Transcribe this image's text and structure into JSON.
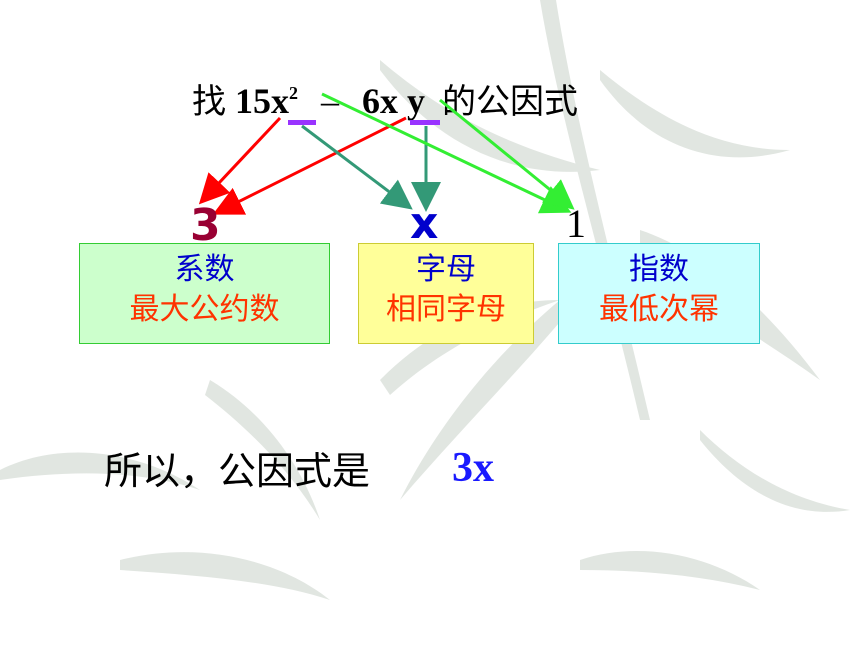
{
  "expression": {
    "prefix": "找",
    "coef1": "15",
    "var1": "x",
    "exp1": "2",
    "minus": "–",
    "coef2": "6",
    "var2": "x",
    "var3": "y",
    "suffix": "的公因式"
  },
  "results": {
    "coefficient": "3",
    "letter": "x",
    "exponent": "1"
  },
  "boxes": [
    {
      "title": "系数",
      "desc": "最大公约数",
      "bg": "#ccffcc",
      "border": "#33cc33"
    },
    {
      "title": "字母",
      "desc": "相同字母",
      "bg": "#ffff99",
      "border": "#cccc33"
    },
    {
      "title": "指数",
      "desc": "最低次幂",
      "bg": "#ccffff",
      "border": "#33cccc"
    }
  ],
  "conclusion": {
    "text": "所以，公因式是",
    "answer": "3x"
  },
  "colors": {
    "red_arrow": "#ff0000",
    "teal_arrow": "#339977",
    "green_arrow": "#33ee33",
    "underline": "#9933ff",
    "coef_result": "#990033",
    "letter_result": "#0000cc"
  }
}
